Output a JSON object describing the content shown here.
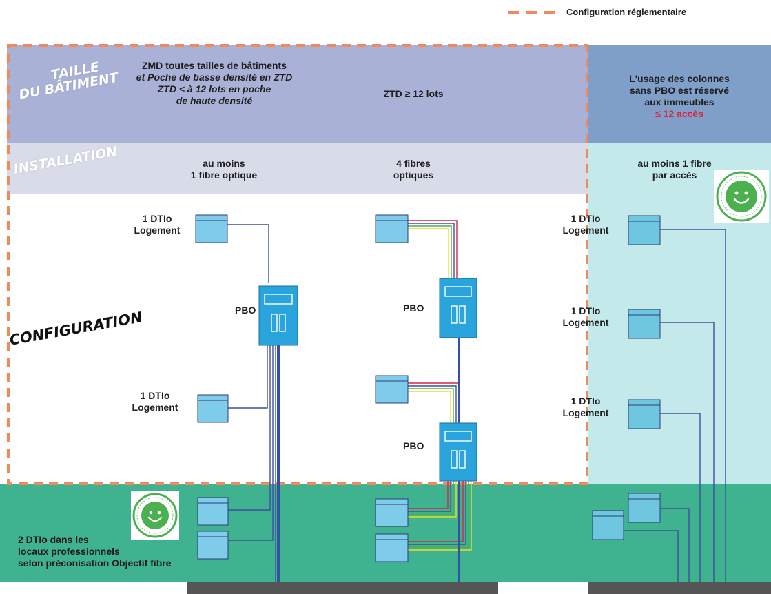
{
  "legend": {
    "label": "Configuration réglementaire",
    "color": "#f08a5d"
  },
  "side_labels": {
    "taille_line1": "TAILLE",
    "taille_line2": "DU BÂTIMENT",
    "installation": "INSTALLATION",
    "configuration": "CONFIGURATION"
  },
  "header": {
    "col1": {
      "line1": "ZMD toutes tailles de bâtiments",
      "line2": "et Poche de basse densité en ZTD",
      "line3": "ZTD < à 12 lots en poche",
      "line4": "de haute densité"
    },
    "col2": "ZTD ≥ 12 lots",
    "col3": {
      "line1": "L'usage des colonnes",
      "line2": "sans PBO est réservé",
      "line3": "aux immeubles",
      "highlight": "≤ 12 accès"
    }
  },
  "installation": {
    "col1": {
      "line1": "au moins",
      "line2": "1 fibre optique"
    },
    "col2": {
      "line1": "4 fibres",
      "line2": "optiques"
    },
    "col3": {
      "line1": "au moins 1 fibre",
      "line2": "par accès"
    }
  },
  "labels": {
    "dtio_line1": "1 DTIo",
    "dtio_line2": "Logement",
    "pbo": "PBO",
    "pro_line1": "2 DTIo dans les",
    "pro_line2": "locaux professionnels",
    "pro_line3": "selon préconisation Objectif fibre"
  },
  "badge": {
    "icon": "smiley-badge-icon",
    "color": "#4caf50"
  },
  "colors": {
    "header_band": "#a9b2d6",
    "right_header": "#7f9fc9",
    "install_band": "#d8dbe8",
    "right_body": "#c3e9ea",
    "pro_band": "#3fb28f",
    "device": "#2aa4dc",
    "box": "#7fcbea",
    "cable": "#3f4fa0",
    "ground": "#555555"
  }
}
